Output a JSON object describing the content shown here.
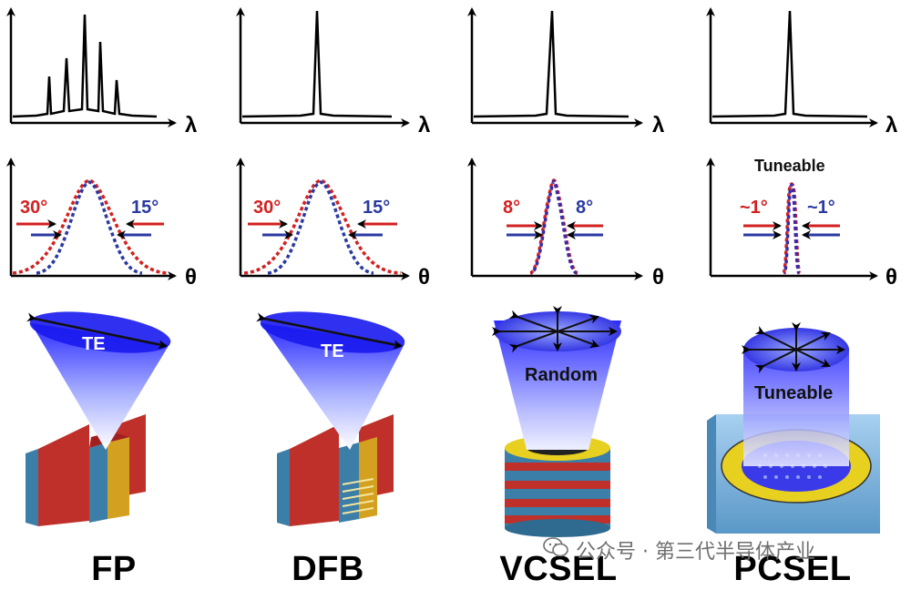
{
  "columns": [
    {
      "name": "FP",
      "spectrum_axis": "λ",
      "beam_axis": "θ",
      "divergence_left": "30°",
      "divergence_right": "15°",
      "beam_label": "TE",
      "colors": {
        "left": "#d32020",
        "right": "#2a3aa0"
      }
    },
    {
      "name": "DFB",
      "spectrum_axis": "λ",
      "beam_axis": "θ",
      "divergence_left": "30°",
      "divergence_right": "15°",
      "beam_label": "TE",
      "colors": {
        "left": "#d32020",
        "right": "#2a3aa0"
      }
    },
    {
      "name": "VCSEL",
      "spectrum_axis": "λ",
      "beam_axis": "θ",
      "divergence_left": "8°",
      "divergence_right": "8°",
      "beam_label": "Random",
      "colors": {
        "left": "#d32020",
        "right": "#2a3aa0"
      }
    },
    {
      "name": "PCSEL",
      "spectrum_axis": "λ",
      "beam_axis": "θ",
      "divergence_left": "~1°",
      "divergence_right": "~1°",
      "beam_label": "Tuneable",
      "beam_top_label": "Tuneable",
      "colors": {
        "left": "#d32020",
        "right": "#2a3aa0"
      }
    }
  ],
  "watermark": {
    "text": "公众号 · 第三代半导体产业",
    "icon": "wechat-icon"
  },
  "palette": {
    "axis": "#000000",
    "beam_top": "#1a1aff",
    "beam_bottom": "#ffffff",
    "block_red": "#c0302a",
    "block_blue": "#3b7ea8",
    "block_gold": "#d4a020",
    "ring_gold": "#e8d020",
    "substrate": "#7fb0d8"
  }
}
